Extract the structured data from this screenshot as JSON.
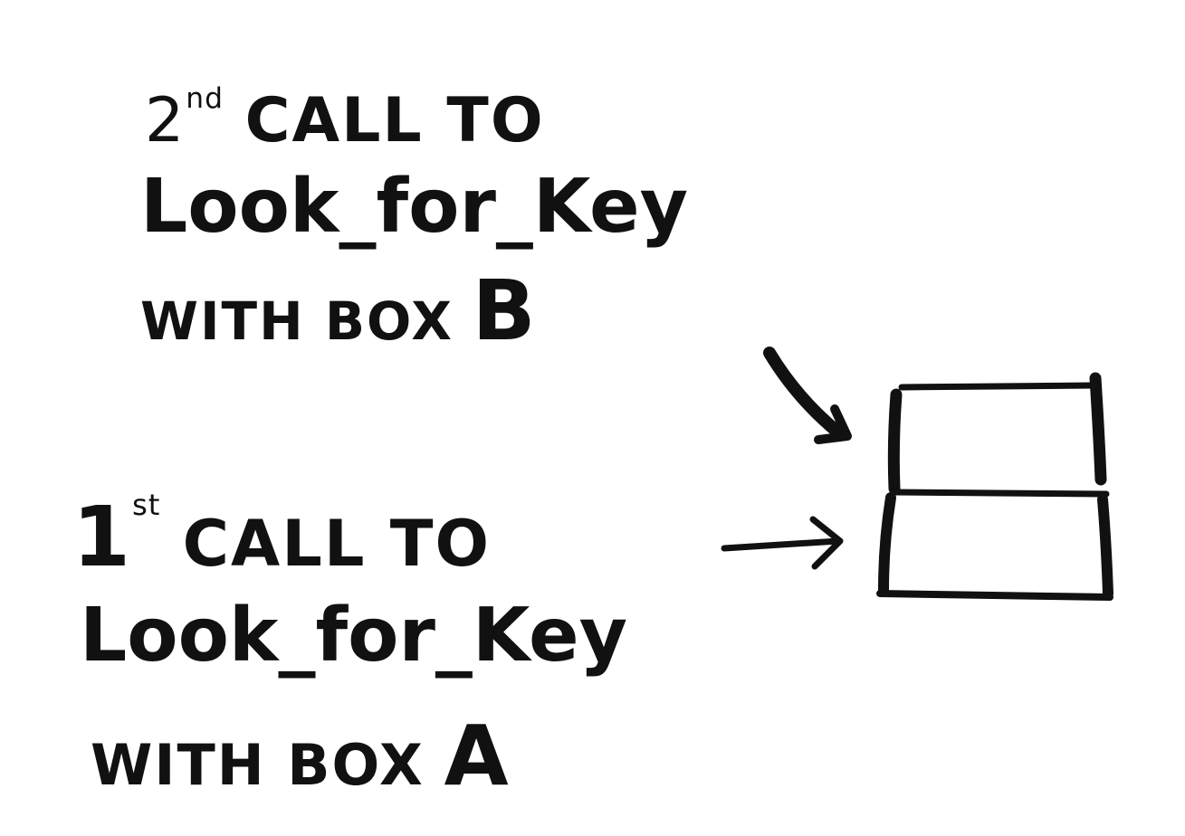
{
  "second_call": {
    "ordinal_number": "2",
    "ordinal_suffix": "nd",
    "heading": "CALL TO",
    "function_name": "Look_for_Key",
    "with_text": "WITH BOX",
    "box_letter": "B"
  },
  "first_call": {
    "ordinal_number": "1",
    "ordinal_suffix": "st",
    "heading": "CALL TO",
    "function_name": "Look_for_Key",
    "with_text": "WITH BOX",
    "box_letter": "A"
  },
  "colors": {
    "ink": "#111111",
    "background": "#ffffff"
  }
}
